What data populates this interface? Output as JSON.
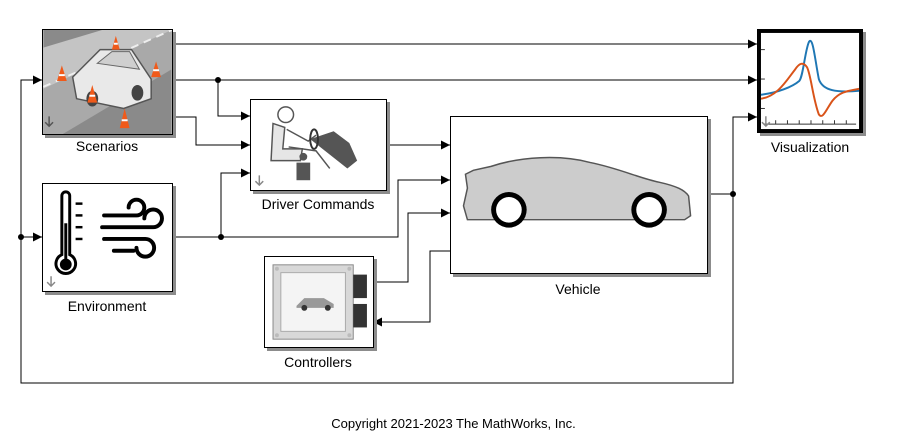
{
  "blocks": {
    "scenarios": {
      "label": "Scenarios"
    },
    "environment": {
      "label": "Environment"
    },
    "driver_commands": {
      "label": "Driver Commands"
    },
    "vehicle": {
      "label": "Vehicle"
    },
    "controllers": {
      "label": "Controllers"
    },
    "visualization": {
      "label": "Visualization"
    }
  },
  "colors": {
    "line": "#000000",
    "block_shadow": "#8c8c8c",
    "plot_blue": "#1f77b4",
    "plot_orange": "#d95319",
    "vehicle_fill": "#cccccc"
  },
  "icons": {
    "scenarios": "road-cones-car-icon",
    "environment": "thermometer-wind-icon",
    "driver_commands": "driver-seat-icon",
    "vehicle": "sports-car-icon",
    "controllers": "ecu-board-icon",
    "visualization": "plot-scope-icon"
  },
  "footer": {
    "copyright": "Copyright 2021-2023 The MathWorks, Inc."
  }
}
